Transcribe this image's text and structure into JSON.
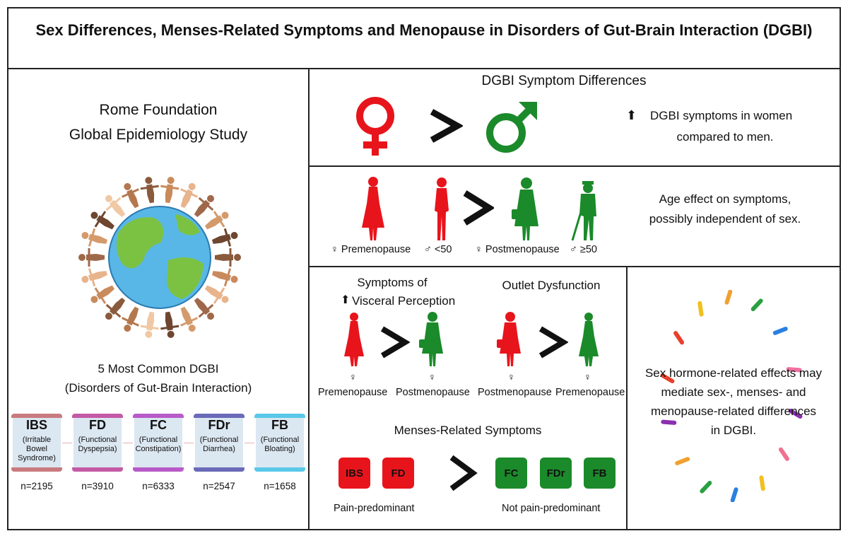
{
  "title": "Sex Differences, Menses-Related Symptoms and Menopause in Disorders of Gut-Brain Interaction (DGBI)",
  "left": {
    "study_line1": "Rome Foundation",
    "study_line2": "Global Epidemiology Study",
    "common_line1": "5 Most Common DGBI",
    "common_line2": "(Disorders of Gut-Brain Interaction)",
    "cards": [
      {
        "abbr": "IBS",
        "sub": "(Irritable Bowel Syndrome)",
        "n": "n=2195",
        "color": "#c97a7f"
      },
      {
        "abbr": "FD",
        "sub": "(Functional Dyspepsia)",
        "n": "n=3910",
        "color": "#c45aa5"
      },
      {
        "abbr": "FC",
        "sub": "(Functional Constipation)",
        "n": "n=6333",
        "color": "#b85ac8"
      },
      {
        "abbr": "FDr",
        "sub": "(Functional Diarrhea)",
        "n": "n=2547",
        "color": "#6a6ab8"
      },
      {
        "abbr": "FB",
        "sub": "(Functional Bloating)",
        "n": "n=1658",
        "color": "#5ac8e8"
      }
    ]
  },
  "sym": {
    "heading": "DGBI Symptom Differences",
    "text_line1": "DGBI symptoms in women",
    "text_line2": "compared to men."
  },
  "age": {
    "text_line1": "Age effect on symptoms,",
    "text_line2": "possibly independent of sex.",
    "labels": [
      "♀ Premenopause",
      "♂ <50",
      "♀ Postmenopause",
      "♂ ≥50"
    ]
  },
  "visceral": {
    "heading_line1": "Symptoms of",
    "heading_line2": "Visceral Perception",
    "left_label": "Premenopause",
    "right_label": "Postmenopause",
    "female_symbol": "♀"
  },
  "outlet": {
    "heading": "Outlet Dysfunction",
    "left_label": "Postmenopause",
    "right_label": "Premenopause"
  },
  "menses": {
    "heading": "Menses-Related Symptoms",
    "red_items": [
      "IBS",
      "FD"
    ],
    "green_items": [
      "FC",
      "FDr",
      "FB"
    ],
    "red_label": "Pain-predominant",
    "green_label": "Not pain-predominant"
  },
  "hormone": {
    "lines": [
      "Sex hormone-related effects may",
      "mediate sex-, menses- and",
      "menopause-related differences",
      "in DGBI."
    ]
  },
  "colors": {
    "red": "#e8141c",
    "green": "#1b8a2a",
    "black": "#111111"
  }
}
